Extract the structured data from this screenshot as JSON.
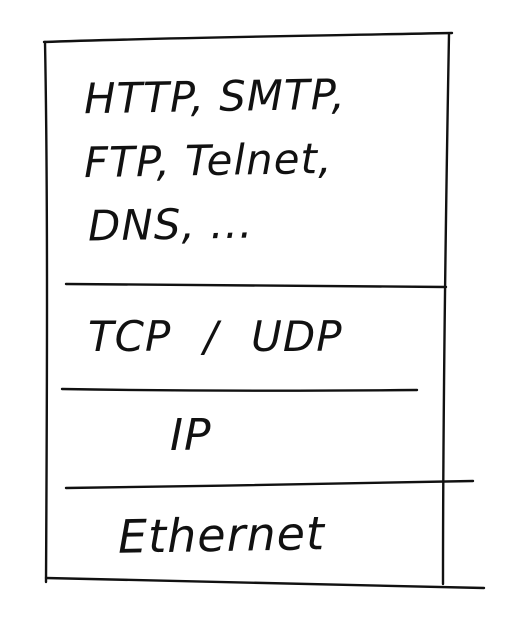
{
  "layers": {
    "application": {
      "lines": [
        "HTTP, SMTP,",
        "FTP, Telnet,",
        "DNS, ..."
      ]
    },
    "transport": {
      "label": "TCP / UDP"
    },
    "network": {
      "label": "IP"
    },
    "link": {
      "label": "Ethernet"
    }
  },
  "colors": {
    "ink": "#111111",
    "background": "#ffffff"
  }
}
